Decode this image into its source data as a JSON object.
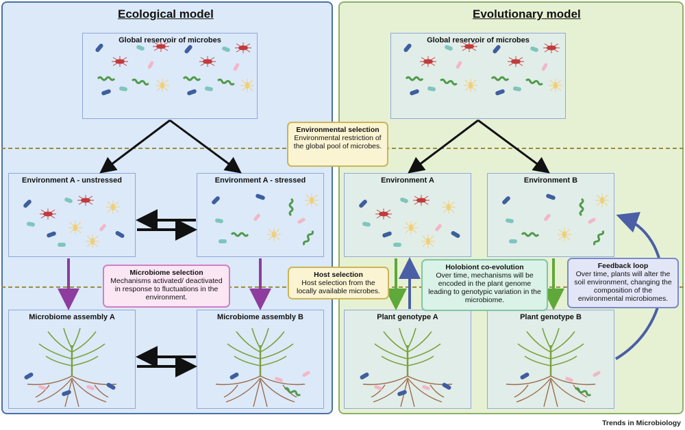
{
  "left_panel": {
    "title": "Ecological model"
  },
  "right_panel": {
    "title": "Evolutionary model"
  },
  "reservoir_label": "Global reservoir of microbes",
  "eco": {
    "env_unstressed": "Environment A - unstressed",
    "env_stressed": "Environment A - stressed",
    "assembly_a": "Microbiome assembly A",
    "assembly_b": "Microbiome assembly B"
  },
  "evo": {
    "env_a": "Environment A",
    "env_b": "Environment B",
    "plant_a": "Plant genotype A",
    "plant_b": "Plant genotype B"
  },
  "callouts": {
    "env_selection": {
      "title": "Environmental selection",
      "text": "Environmental restriction of the global pool of microbes."
    },
    "microbiome_selection": {
      "title": "Microbiome selection",
      "text": "Mechanisms activated/ deactivated in response to fluctuations in the environment."
    },
    "host_selection": {
      "title": "Host selection",
      "text": "Host selection from the locally available microbes."
    },
    "holobiont": {
      "title": "Holobiont co-evolution",
      "text": "Over time, mechanisms will be encoded in the plant genome leading to genotypic variation in the microbiome."
    },
    "feedback": {
      "title": "Feedback loop",
      "text": "Over time, plants will alter the soil environment, changing the composition of the environmental microbiomes."
    }
  },
  "colors": {
    "eco_bg": "#dbe9f8",
    "evo_bg": "#e6f1d3",
    "purple_arrow": "#8e3c9e",
    "green_arrow": "#5fa83a",
    "blue_arrow": "#4a5fa5",
    "dashed": "#9a8a3c"
  },
  "footer": "Trends in Microbiology"
}
